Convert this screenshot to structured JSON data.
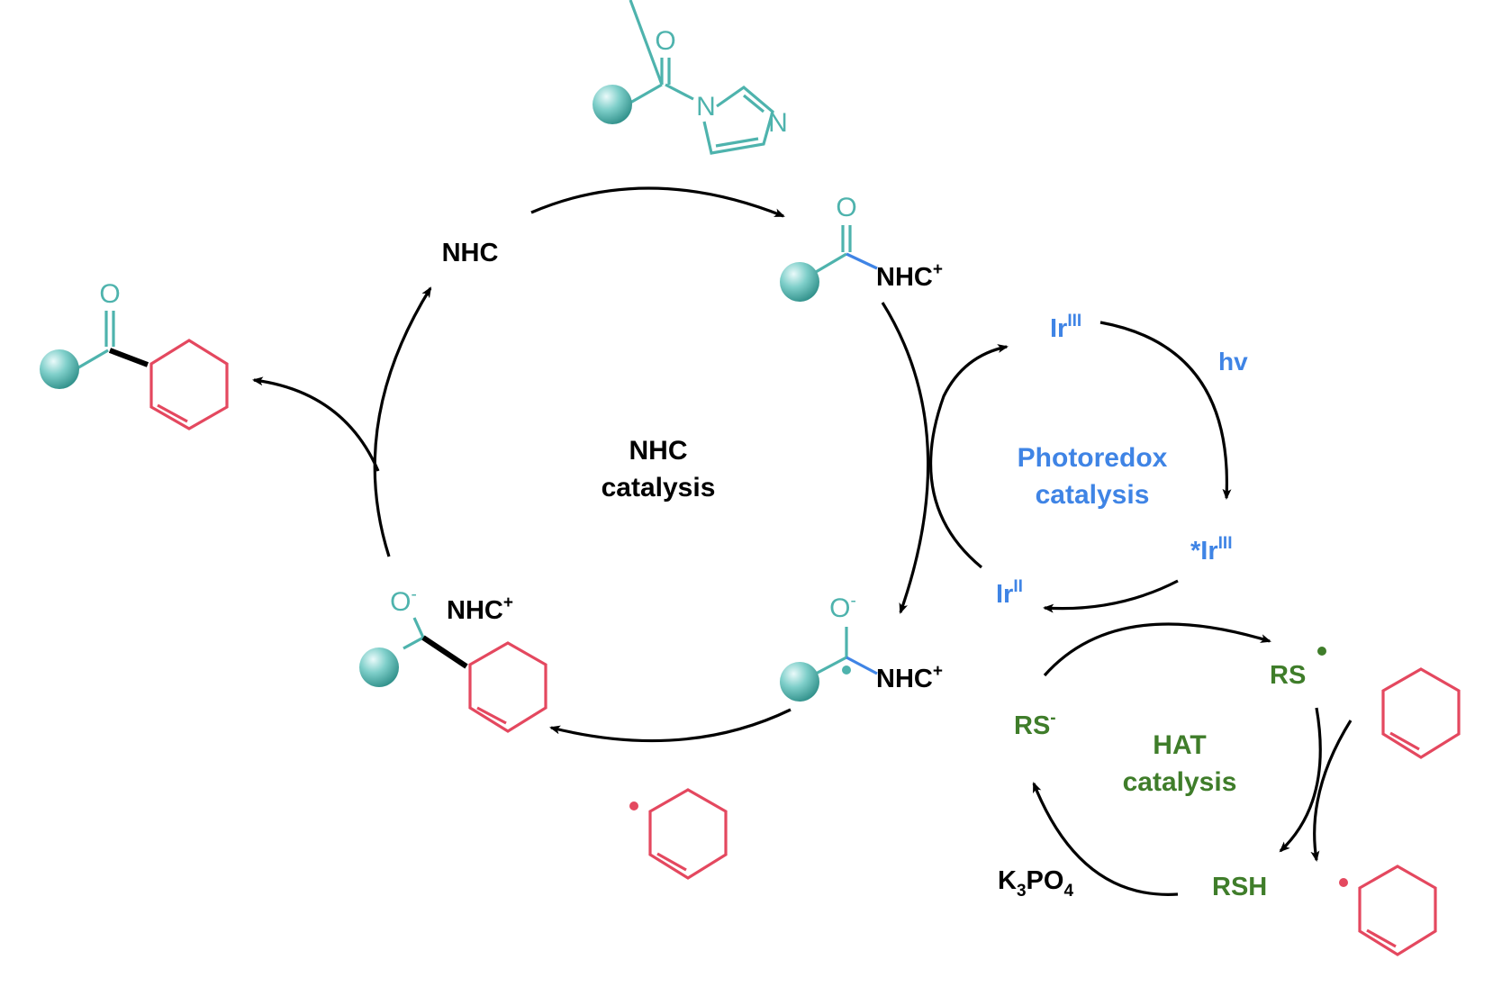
{
  "colors": {
    "black": "#000000",
    "teal": "#4eb3ad",
    "teal_dark": "#3a9a94",
    "blue": "#3f84e5",
    "green": "#3f7d2a",
    "red": "#e4485f"
  },
  "nhc_cycle": {
    "center_title": "NHC",
    "center_subtitle": "catalysis",
    "free_catalyst": "NHC",
    "acyl_azolium": "NHC",
    "acyl_azolium_charge": "+",
    "ketyl_radical": "NHC",
    "ketyl_radical_charge": "+",
    "adduct": "NHC",
    "adduct_charge": "+",
    "reagent_atoms": {
      "carbonyl_o": "O",
      "n1": "N",
      "n3": "N"
    },
    "oxygen": "O",
    "oxide_charge": "-"
  },
  "photoredox_cycle": {
    "title": "Photoredox",
    "subtitle": "catalysis",
    "ir3": "Ir",
    "ir3_ox": "III",
    "excited_prefix": "*Ir",
    "excited_ox": "III",
    "ir2": "Ir",
    "ir2_ox": "II",
    "light": "hv"
  },
  "hat_cycle": {
    "title": "HAT",
    "subtitle": "catalysis",
    "thiyl_radical": "RS",
    "thiol": "RSH",
    "thiolate": "RS",
    "thiolate_charge": "-",
    "base": "K",
    "base_sub1": "3",
    "base_mid": "PO",
    "base_sub2": "4"
  }
}
